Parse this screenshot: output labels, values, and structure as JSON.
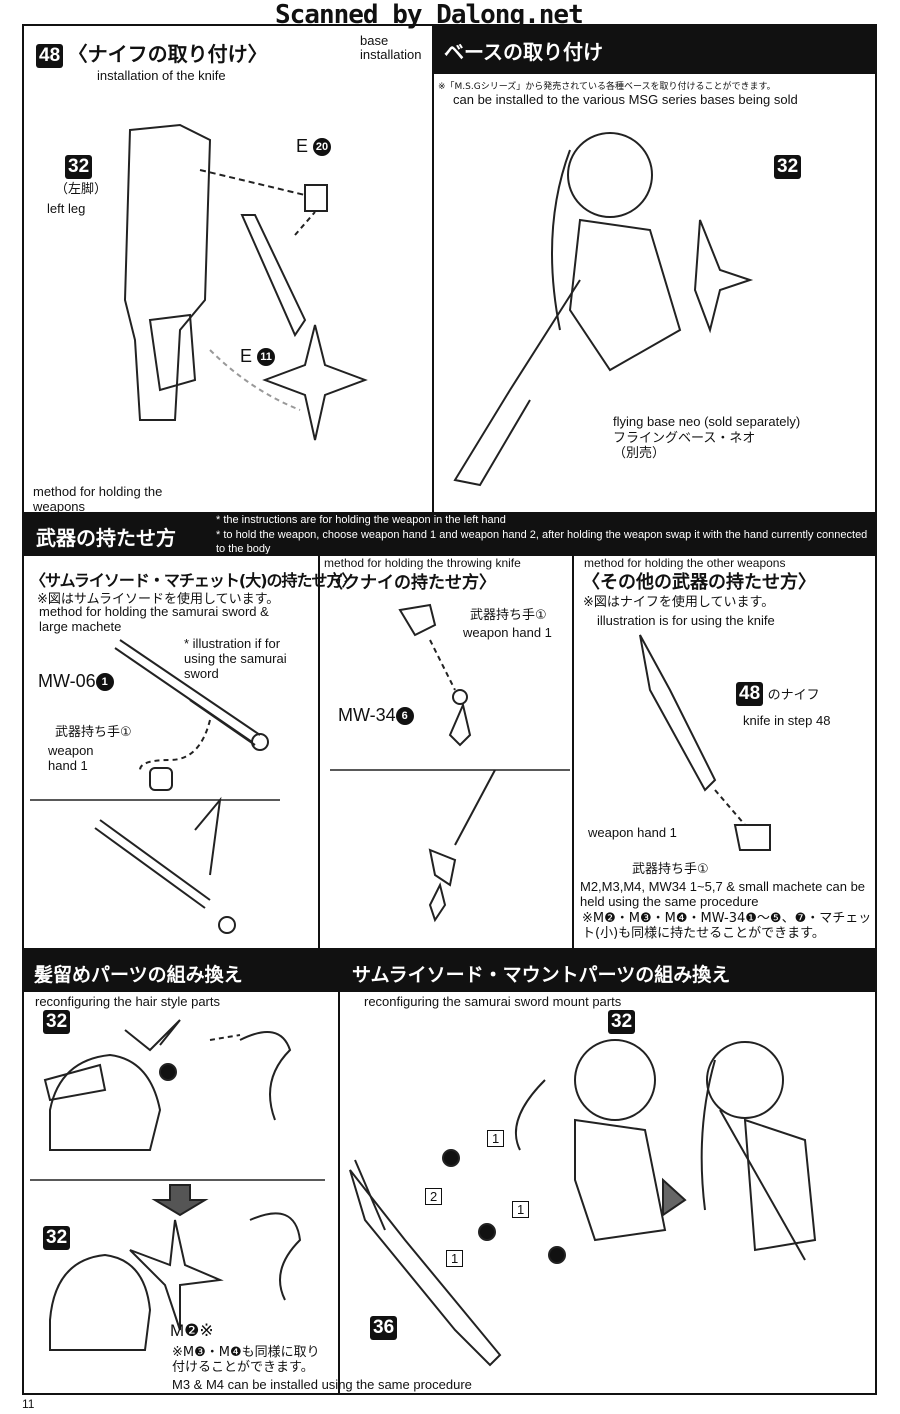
{
  "watermark": "Scanned by Dalong.net",
  "page_number": "11",
  "knife": {
    "step": "48",
    "title_jp": "〈ナイフの取り付け〉",
    "title_en": "installation of the knife",
    "part32": "32",
    "left_leg_jp": "（左脚）",
    "left_leg_en": "left leg",
    "e20": "E",
    "e20n": "20",
    "e11": "E",
    "e11n": "11"
  },
  "base": {
    "label_en": "base\ninstallation",
    "title_jp": "ベースの取り付け",
    "note_jp": "※「M.S.Gシリーズ」から発売されている各種ベースを取り付けることができます。",
    "note_en": "can be installed to the various MSG series bases being sold",
    "part32": "32",
    "flying_en": "flying base neo (sold separately)",
    "flying_jp": "フライングベース・ネオ",
    "flying_jp2": "（別売）"
  },
  "weapons": {
    "label_en": "method for holding the weapons",
    "title_jp": "武器の持たせ方",
    "note1": "* the instructions are for holding the weapon in the left hand",
    "note2": "* to hold the weapon, choose weapon hand 1 and weapon hand 2, after holding the weapon swap it with the hand currently connected to the body"
  },
  "samurai": {
    "title_jp": "〈サムライソード・マチェット(大)の持たせ方〉",
    "note_jp": "※図はサムライソードを使用しています。",
    "note_en": "method for holding the samurai sword & large machete",
    "illus_en": "* illustration if for using the samurai sword",
    "part": "MW-06",
    "partn": "1",
    "hand_jp": "武器持ち手①",
    "hand_en": "weapon hand 1"
  },
  "kunai": {
    "label_en": "method for holding the throwing knife",
    "title_jp": "〈クナイの持たせ方〉",
    "hand_jp": "武器持ち手①",
    "hand_en": "weapon hand 1",
    "part": "MW-34",
    "partn": "6"
  },
  "other": {
    "label_en": "method for holding the other weapons",
    "title_jp": "〈その他の武器の持たせ方〉",
    "note_jp": "※図はナイフを使用しています。",
    "note_en": "illustration is for using the knife",
    "step": "48",
    "knife_jp": "のナイフ",
    "knife_en": "knife in step 48",
    "hand_en": "weapon hand 1",
    "hand_jp": "武器持ち手①",
    "same_en": "M2,M3,M4, MW34 1~5,7 & small machete can be held using the same procedure",
    "same_jp": "※M❷・M❸・M❹・MW-34❶〜❺、❼・マチェット(小)も同様に持たせることができます。"
  },
  "hair": {
    "title_jp": "髪留めパーツの組み換え",
    "title_en": "reconfiguring the hair style parts",
    "part32a": "32",
    "part32b": "32",
    "m2": "M❷※",
    "note_jp": "※M❸・M❹も同様に取り付けることができます。",
    "note_en": "M3 & M4 can be installed using the same procedure"
  },
  "mount": {
    "title_jp": "サムライソード・マウントパーツの組み換え",
    "title_en": "reconfiguring the samurai sword mount parts",
    "part32": "32",
    "part36": "36",
    "step1": "1",
    "step2": "2"
  }
}
